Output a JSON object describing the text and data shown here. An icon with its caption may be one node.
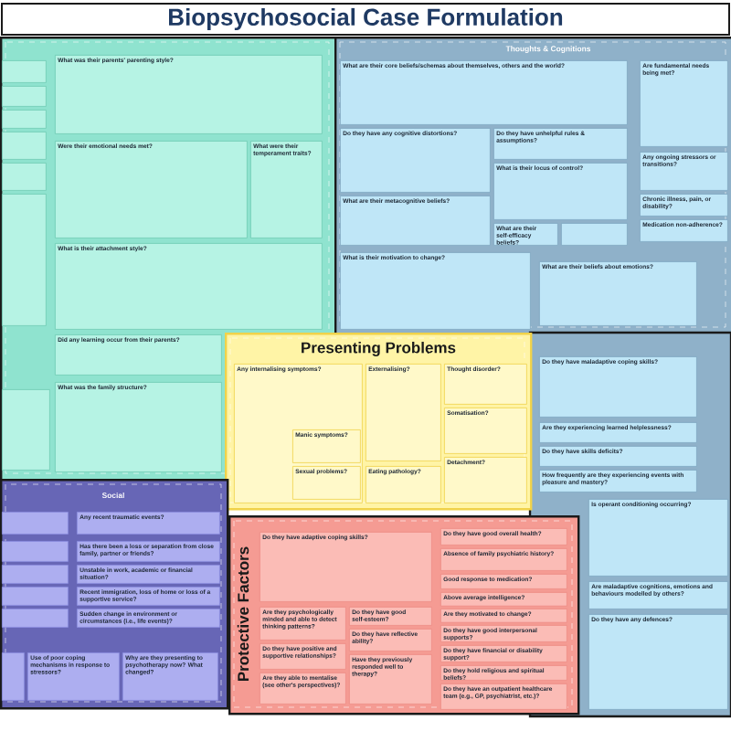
{
  "diagram": {
    "title": "Biopsychosocial Case Formulation",
    "nodes": [
      {
        "text": [],
        "shape": "box"
      },
      {
        "text": [],
        "shape": "box",
        "in": 0
      },
      {
        "text": [],
        "shape": "box",
        "in": 0
      },
      {
        "text": [],
        "shape": "box",
        "in": 0
      },
      {
        "text": [],
        "shape": "box",
        "in": 0
      },
      {
        "text": [],
        "shape": "box",
        "in": 0
      },
      {
        "text": [],
        "shape": "box",
        "in": 0
      },
      {
        "text": [],
        "shape": "box",
        "in": 0
      },
      {
        "text": [
          "What was their parents' parenting style?"
        ],
        "in": 0
      },
      {
        "text": [
          "Were their emotional needs met?"
        ],
        "in": 0
      },
      {
        "text": [
          "What were their temperament traits?"
        ],
        "in": 0
      },
      {
        "text": [
          "What is their attachment style?"
        ],
        "in": 0
      },
      {
        "text": [
          "Did any learning occur from their parents?"
        ],
        "in": 0
      },
      {
        "text": [
          "What was the family structure?"
        ],
        "in": 0
      },
      {
        "text": [
          "Thoughts & Cognitions"
        ]
      },
      {
        "text": [
          "What are their core beliefs/schemas about themselves, others and the world?"
        ],
        "in": 14
      },
      {
        "text": [
          "Do they have any cognitive distortions?"
        ],
        "in": 14
      },
      {
        "text": [
          "Do they have unhelpful rules & assumptions?"
        ],
        "in": 14
      },
      {
        "text": [
          "What is their locus of control?"
        ],
        "in": 14
      },
      {
        "text": [
          "What are their metacognitive beliefs?"
        ],
        "in": 14
      },
      {
        "text": [
          "What are their self-efficacy beliefs?"
        ],
        "in": 14
      },
      {
        "text": [],
        "shape": "box",
        "in": 14
      },
      {
        "text": [
          "Are fundamental needs being met?"
        ],
        "in": 14
      },
      {
        "text": [
          "Any ongoing stressors or transitions?"
        ],
        "in": 14
      },
      {
        "text": [
          "Chronic illness, pain, or disability?"
        ],
        "in": 14
      },
      {
        "text": [
          "Medication non-adherence?"
        ],
        "in": 14
      },
      {
        "text": [
          "What is their motivation to change?"
        ],
        "in": 14
      },
      {
        "text": [
          "What are their beliefs about emotions?"
        ],
        "in": 14
      },
      {
        "text": [
          "Do they have maladaptive coping skills?"
        ]
      },
      {
        "text": [
          "Are they experiencing learned helplessness?"
        ]
      },
      {
        "text": [
          "Do they have skills deficits?"
        ]
      },
      {
        "text": [
          "How frequently are they experiencing events with pleasure and mastery?"
        ]
      },
      {
        "text": [
          "Is operant conditioning occurring?"
        ]
      },
      {
        "text": [
          "Are maladaptive cognitions, emotions and behaviours modelled by others?"
        ]
      },
      {
        "text": [
          "Do they have any defences?"
        ]
      },
      {
        "text": [
          "Presenting Problems"
        ]
      },
      {
        "text": [
          "Any internalising symptoms?"
        ],
        "in": 35
      },
      {
        "text": [
          "Manic symptoms?"
        ],
        "in": 36
      },
      {
        "text": [
          "Sexual problems?"
        ],
        "in": 36
      },
      {
        "text": [
          "Externalising?"
        ],
        "in": 35
      },
      {
        "text": [
          "Eating pathology?"
        ],
        "in": 35
      },
      {
        "text": [
          "Thought disorder?"
        ],
        "in": 35
      },
      {
        "text": [
          "Somatisation?"
        ],
        "in": 35
      },
      {
        "text": [
          "Detachment?"
        ],
        "in": 35
      },
      {
        "text": [
          "Social"
        ]
      },
      {
        "text": [],
        "shape": "box",
        "in": 44
      },
      {
        "text": [],
        "shape": "box",
        "in": 44
      },
      {
        "text": [],
        "shape": "box",
        "in": 44
      },
      {
        "text": [],
        "shape": "box",
        "in": 44
      },
      {
        "text": [],
        "shape": "box",
        "in": 44
      },
      {
        "text": [
          "Any recent traumatic events?"
        ],
        "in": 44
      },
      {
        "text": [
          "Has there been a loss or separation from close family, partner or friends?"
        ],
        "in": 44
      },
      {
        "text": [
          "Unstable in work, academic or financial situation?"
        ],
        "in": 44
      },
      {
        "text": [
          "Recent immigration, loss of home or loss of a supportive service?"
        ],
        "in": 44
      },
      {
        "text": [
          "Sudden change in environment or circumstances (i.e., life events)?"
        ],
        "in": 44
      },
      {
        "text": [],
        "shape": "box",
        "in": 44
      },
      {
        "text": [
          "Use of poor coping mechanisms in response to stressors?"
        ],
        "in": 44
      },
      {
        "text": [
          "Why are they presenting to psychotherapy now? What changed?"
        ],
        "in": 44
      },
      {
        "text": [
          "Protective Factors"
        ]
      },
      {
        "text": [
          "Do they have adaptive coping skills?"
        ],
        "in": 58
      },
      {
        "text": [
          "Are they psychologically minded and able to detect thinking patterns?"
        ],
        "in": 58
      },
      {
        "text": [
          "Do they have positive and supportive relationships?"
        ],
        "in": 58
      },
      {
        "text": [
          "Are they able to mentalise (see other's perspectives)?"
        ],
        "in": 58
      },
      {
        "text": [
          "Do they have good self-esteem?"
        ],
        "in": 58
      },
      {
        "text": [
          "Do they have reflective ability?"
        ],
        "in": 58
      },
      {
        "text": [
          "Have they previously responded well to therapy?"
        ],
        "in": 58
      },
      {
        "text": [
          "Do they have good overall health?"
        ],
        "in": 58
      },
      {
        "text": [
          "Absence of family psychiatric history?"
        ],
        "in": 58
      },
      {
        "text": [
          "Good response to medication?"
        ],
        "in": 58
      },
      {
        "text": [
          "Above average intelligence?"
        ],
        "in": 58
      },
      {
        "text": [
          "Are they motivated to change?"
        ],
        "in": 58
      },
      {
        "text": [
          "Do they have good interpersonal supports?"
        ],
        "in": 58
      },
      {
        "text": [
          "Do they have financial or disability support?"
        ],
        "in": 58
      },
      {
        "text": [
          "Do they hold religious and spiritual beliefs?"
        ],
        "in": 58
      },
      {
        "text": [
          "Do they have an outpatient healthcare team (e.g., GP, psychiatrist, etc.)?"
        ],
        "in": 58
      }
    ],
    "edges": []
  }
}
